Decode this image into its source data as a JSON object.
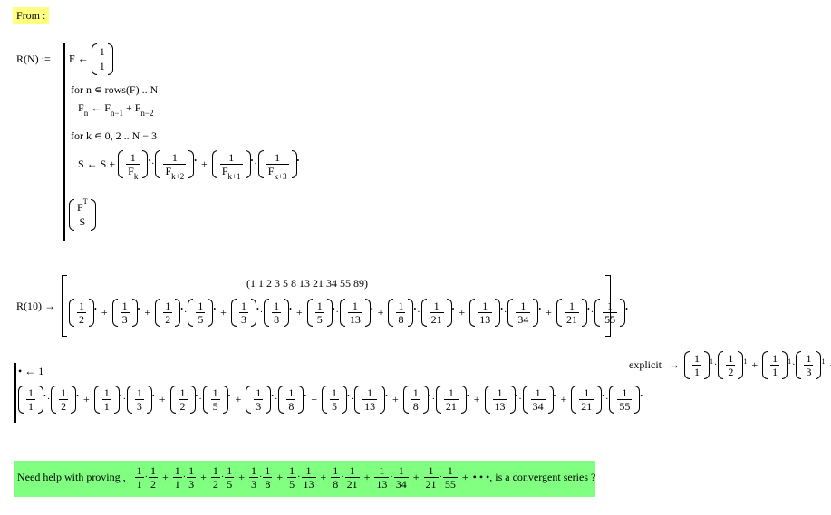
{
  "from_label": "From :",
  "def": {
    "lhs": "R(N) :=",
    "line1_F": "F",
    "line1_arrow": "←",
    "vec1_top": "1",
    "vec1_bot": "1",
    "line2": "for  n ∊ rows(F) .. N",
    "line3_F": "F",
    "line3_sub_n": "n",
    "line3_arrow": "← F",
    "line3_sub_n1": "n−1",
    "line3_plus": "+ F",
    "line3_sub_n2": "n−2",
    "line4": "for  k ∊ 0, 2 .. N − 3",
    "line5_lhs": "S ← S +",
    "one": "1",
    "F": "F",
    "sub_k": "k",
    "sub_k2": "k+2",
    "sub_k1": "k+1",
    "sub_k3": "k+3",
    "plus": "+",
    "res_top": "F",
    "res_top_sup": "T",
    "res_bot": "S"
  },
  "eval": {
    "lhs": "R(10) →",
    "fib_vector": "(1  1  2  3  5  8  13  21  34  55  89)",
    "pairs": [
      [
        "2"
      ],
      [
        "3"
      ],
      [
        "2",
        "5"
      ],
      [
        "3",
        "8"
      ],
      [
        "5",
        "13"
      ],
      [
        "8",
        "21"
      ],
      [
        "13",
        "34"
      ],
      [
        "21",
        "55"
      ]
    ]
  },
  "third": {
    "assign": "• ← 1",
    "pairs": [
      [
        "1",
        "2"
      ],
      [
        "1",
        "3"
      ],
      [
        "2",
        "5"
      ],
      [
        "3",
        "8"
      ],
      [
        "5",
        "13"
      ],
      [
        "8",
        "21"
      ],
      [
        "13",
        "34"
      ],
      [
        "21",
        "55"
      ]
    ],
    "explicit_label": "explicit",
    "arrow": "→",
    "exp": "1"
  },
  "question": {
    "prefix": "Need help with proving ,",
    "pairs": [
      [
        "1",
        "2"
      ],
      [
        "1",
        "3"
      ],
      [
        "2",
        "5"
      ],
      [
        "3",
        "8"
      ],
      [
        "5",
        "13"
      ],
      [
        "8",
        "21"
      ],
      [
        "13",
        "34"
      ],
      [
        "21",
        "55"
      ]
    ],
    "ellipsis": "• • •",
    "suffix": ", is a convergent series ?"
  }
}
